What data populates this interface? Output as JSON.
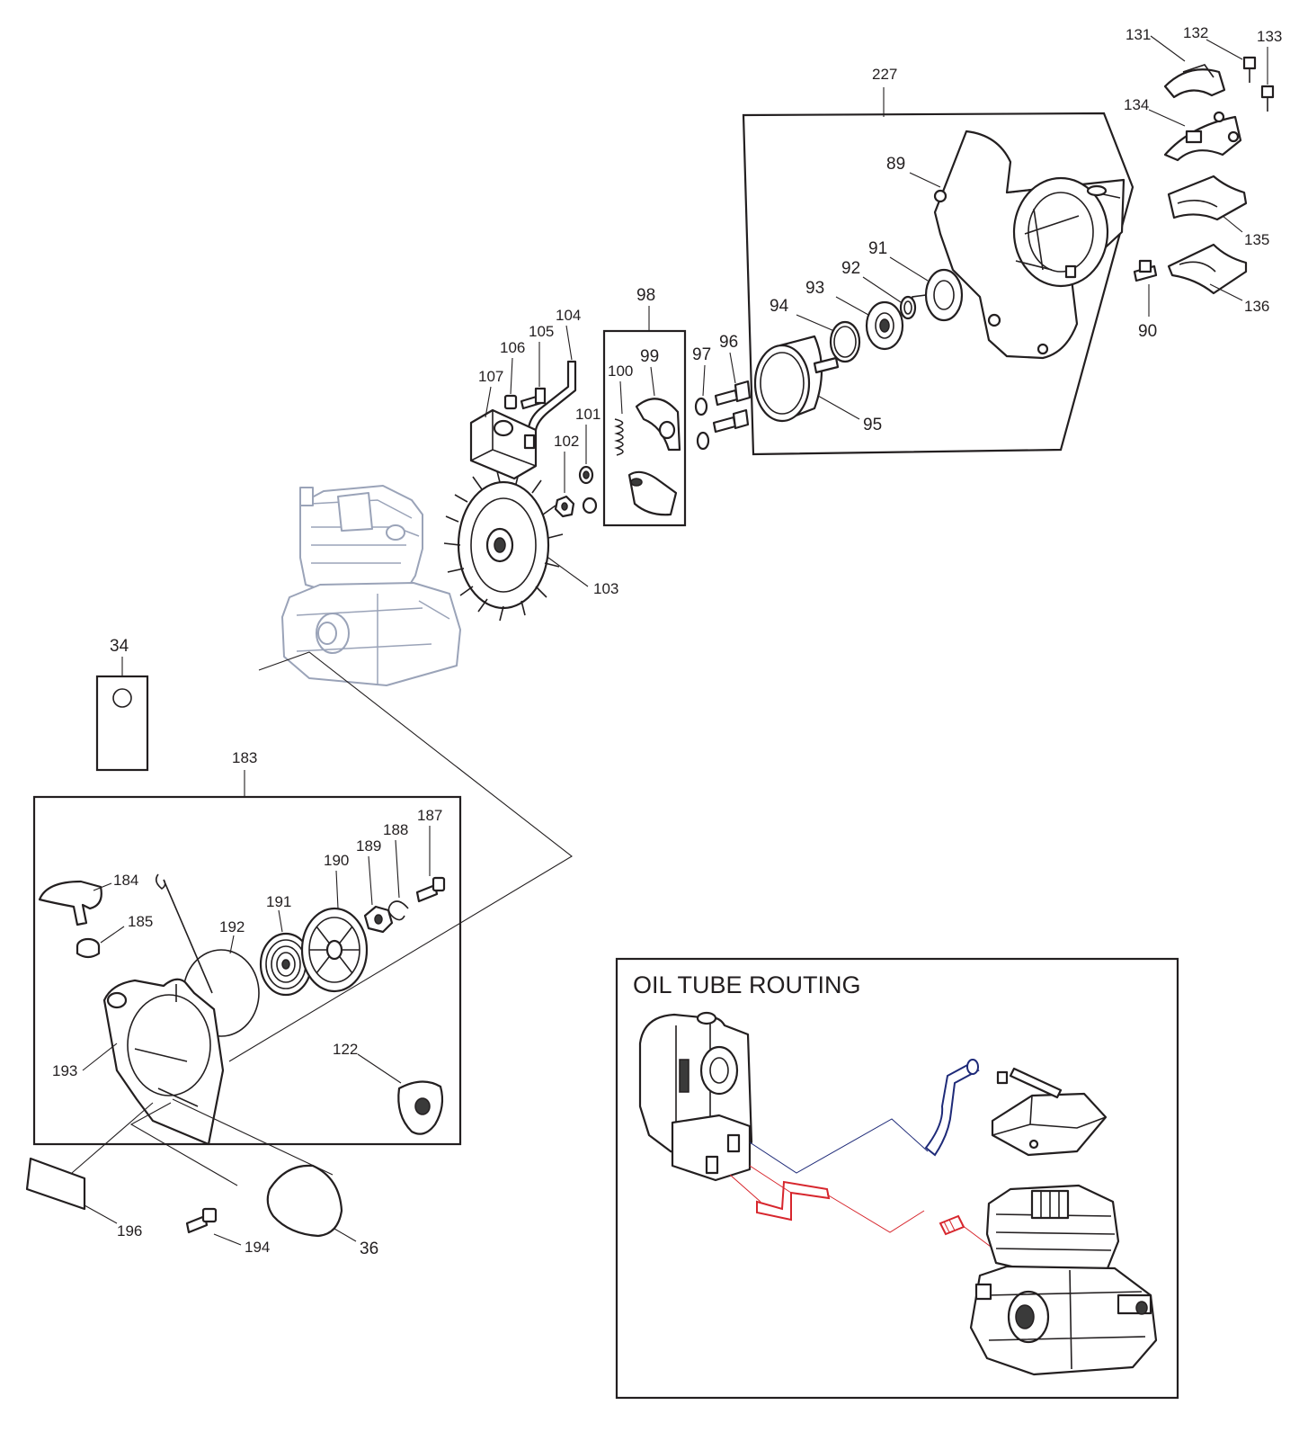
{
  "inset": {
    "title": "OIL TUBE ROUTING"
  },
  "labels": {
    "p227": "227",
    "p131": "131",
    "p132": "132",
    "p133": "133",
    "p134": "134",
    "p135": "135",
    "p136": "136",
    "p90": "90",
    "p89": "89",
    "p91": "91",
    "p92": "92",
    "p93": "93",
    "p94": "94",
    "p95": "95",
    "p96": "96",
    "p97": "97",
    "p98": "98",
    "p99": "99",
    "p100": "100",
    "p101": "101",
    "p102": "102",
    "p103": "103",
    "p104": "104",
    "p105": "105",
    "p106": "106",
    "p107": "107",
    "p34": "34",
    "p183": "183",
    "p184": "184",
    "p185": "185",
    "p187": "187",
    "p188": "188",
    "p189": "189",
    "p190": "190",
    "p191": "191",
    "p192": "192",
    "p193": "193",
    "p122": "122",
    "p196": "196",
    "p194": "194",
    "p36": "36"
  },
  "colors": {
    "ink": "#231f20",
    "ghost": "#9aa3b8",
    "oil_tube_red": "#d7262d",
    "oil_tube_blue": "#1e2a78"
  }
}
